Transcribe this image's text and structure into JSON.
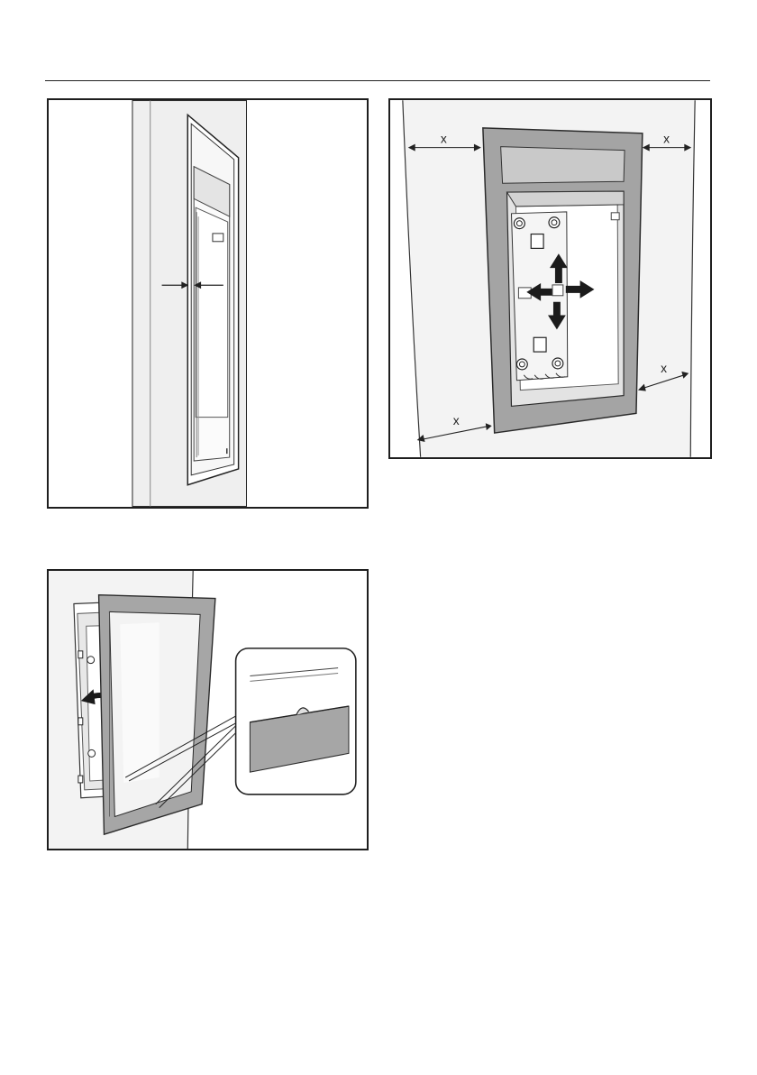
{
  "figures": [
    {
      "id": "fig1"
    },
    {
      "id": "fig2",
      "dimension_label": "x"
    },
    {
      "id": "fig3"
    }
  ],
  "colors": {
    "wall": "#f2f2f2",
    "frame_grey": "#a3a3a3",
    "niche_shadow": "#d6d6d6",
    "line": "#2b2b2b",
    "arrow": "#1b1b1b"
  },
  "icons": [
    "double-arrow-icon",
    "move-arrow-up-icon",
    "move-arrow-down-icon",
    "move-arrow-left-icon",
    "move-arrow-right-icon",
    "curved-arrow-icon",
    "magnifier-callout-icon"
  ]
}
